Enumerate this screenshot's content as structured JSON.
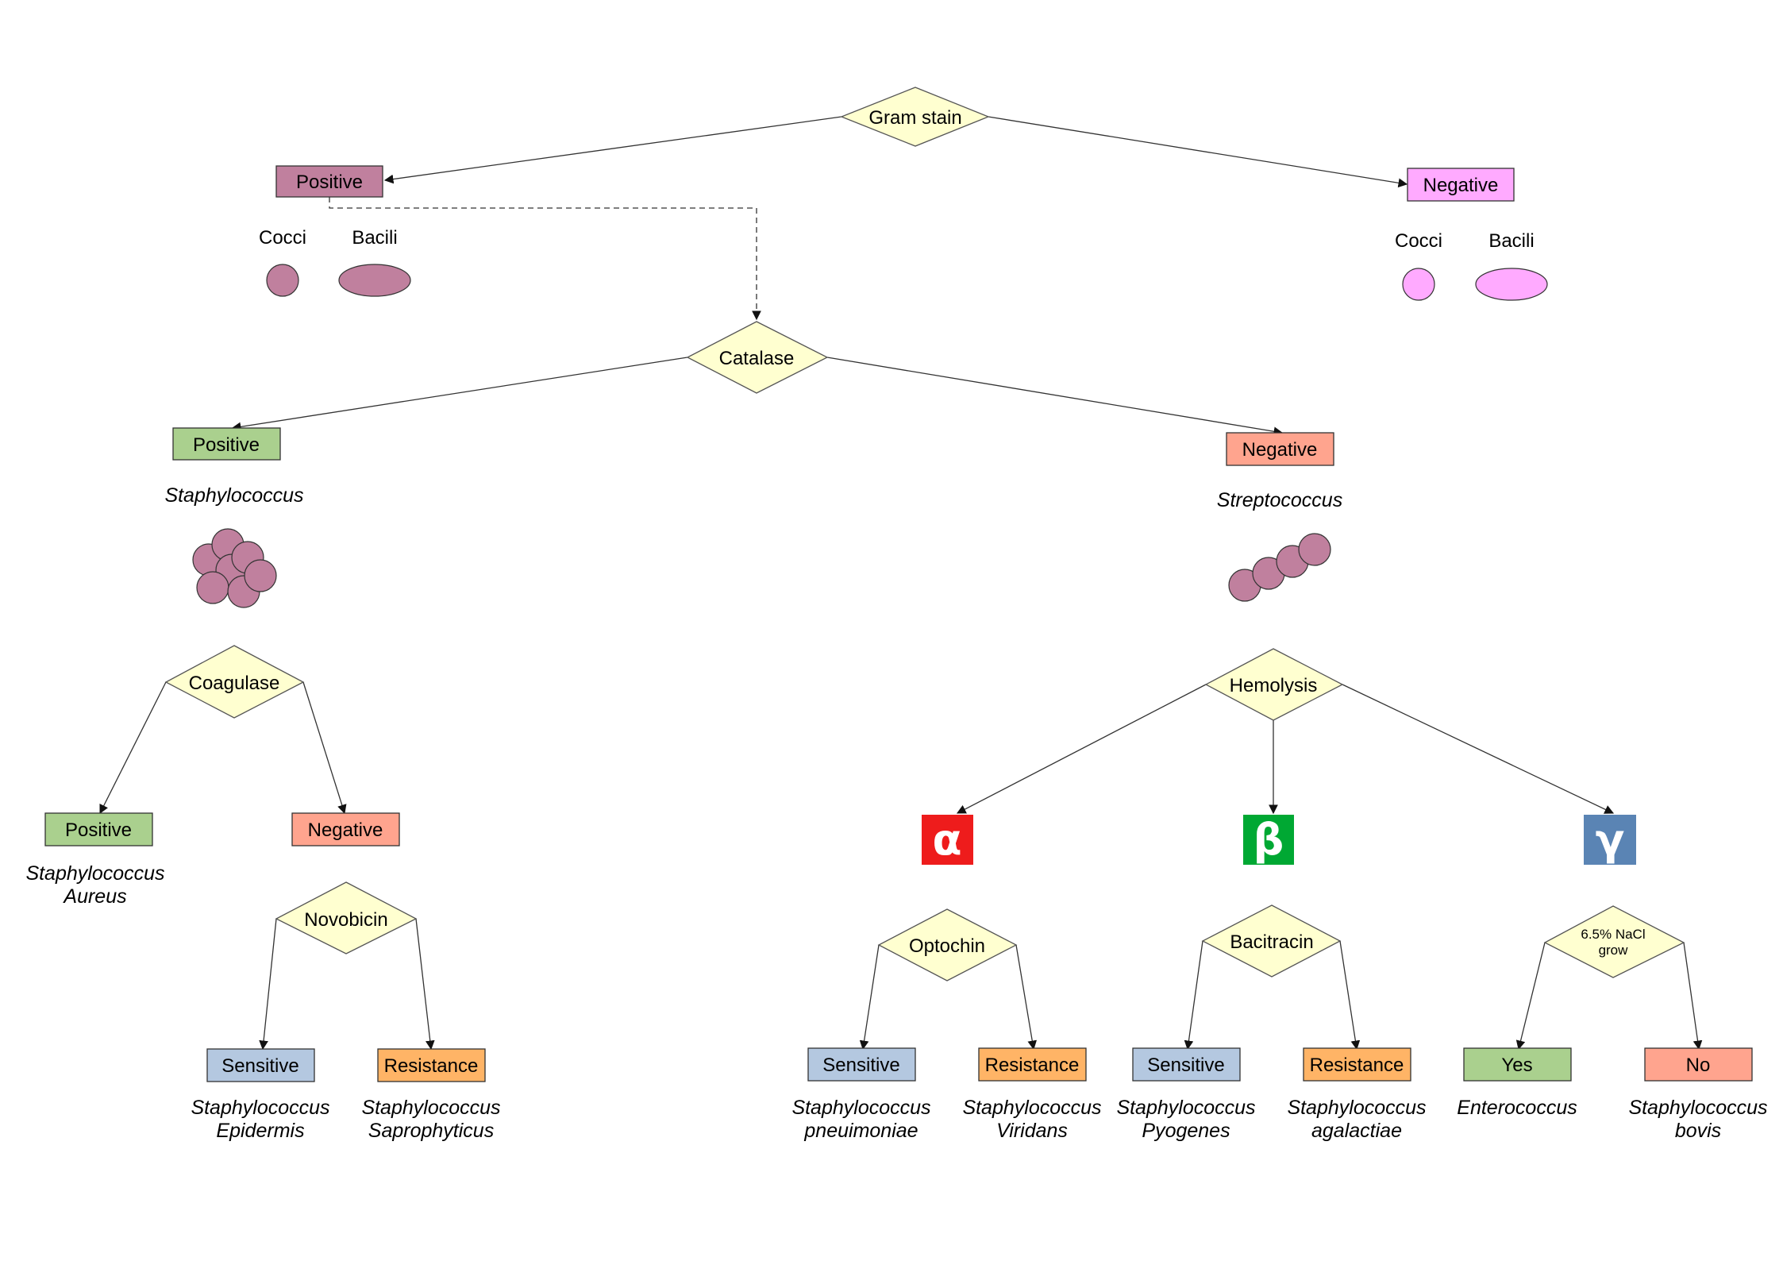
{
  "colors": {
    "decision_fill": "#ffffd0",
    "gram_positive": "#c0809e",
    "gram_negative": "#ffaaff",
    "catalase_positive": "#aad08e",
    "catalase_negative": "#ffa48e",
    "sensitive": "#b4c8e0",
    "resistance": "#ffb466",
    "alpha": "#ee1c1c",
    "beta": "#00a833",
    "gamma": "#5a84b4",
    "line": "#333333"
  },
  "gram_stain": {
    "decision": "Gram stain",
    "positive": {
      "label": "Positive",
      "cocci": "Cocci",
      "bacili": "Bacili"
    },
    "negative": {
      "label": "Negative",
      "cocci": "Cocci",
      "bacili": "Bacili"
    }
  },
  "catalase": {
    "decision": "Catalase",
    "positive": {
      "label": "Positive",
      "genus": "Staphylococcus"
    },
    "negative": {
      "label": "Negative",
      "genus": "Streptococcus"
    }
  },
  "coagulase": {
    "decision": "Coagulase",
    "positive": {
      "label": "Positive",
      "species_line1": "Staphylococcus",
      "species_line2": "Aureus"
    },
    "negative": {
      "label": "Negative"
    }
  },
  "novobicin": {
    "decision": "Novobicin",
    "sensitive": {
      "label": "Sensitive",
      "species_line1": "Staphylococcus",
      "species_line2": "Epidermis"
    },
    "resistance": {
      "label": "Resistance",
      "species_line1": "Staphylococcus",
      "species_line2": "Saprophyticus"
    }
  },
  "hemolysis": {
    "decision": "Hemolysis",
    "alpha_symbol": "α",
    "beta_symbol": "β",
    "gamma_symbol": "γ"
  },
  "optochin": {
    "decision": "Optochin",
    "sensitive": {
      "label": "Sensitive",
      "species_line1": "Staphylococcus",
      "species_line2": "pneuimoniae"
    },
    "resistance": {
      "label": "Resistance",
      "species_line1": "Staphylococcus",
      "species_line2": "Viridans"
    }
  },
  "bacitracin": {
    "decision": "Bacitracin",
    "sensitive": {
      "label": "Sensitive",
      "species_line1": "Staphylococcus",
      "species_line2": "Pyogenes"
    },
    "resistance": {
      "label": "Resistance",
      "species_line1": "Staphylococcus",
      "species_line2": "agalactiae"
    }
  },
  "nacl": {
    "decision_line1": "6.5% NaCl",
    "decision_line2": "grow",
    "yes": {
      "label": "Yes",
      "species": "Enterococcus"
    },
    "no": {
      "label": "No",
      "species_line1": "Staphylococcus",
      "species_line2": "bovis"
    }
  }
}
